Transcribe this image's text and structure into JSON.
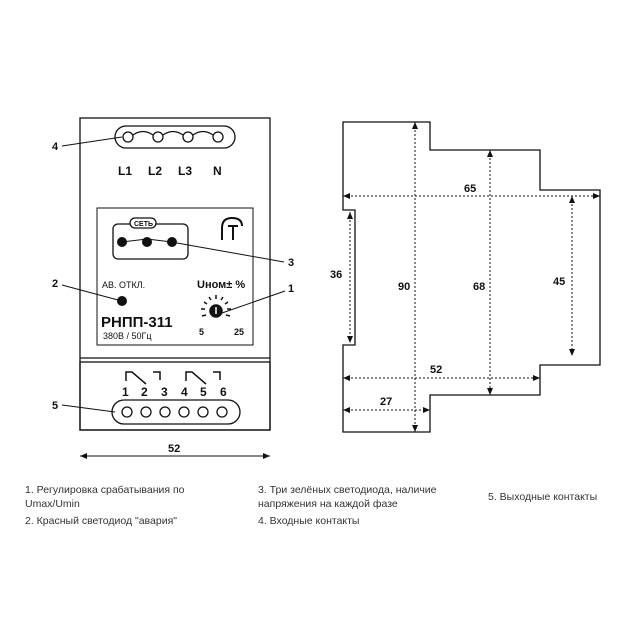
{
  "front": {
    "phases": [
      "L1",
      "L2",
      "L3",
      "N"
    ],
    "network_label": "СЕТЬ",
    "fault_label": "АВ. ОТКЛ.",
    "model": "РНПП-311",
    "rating": "380В / 50Гц",
    "knob_label": "Uном± %",
    "knob_min": "5",
    "knob_max": "25",
    "outputs": [
      "1",
      "2",
      "3",
      "4",
      "5",
      "6"
    ],
    "width_dim": "52"
  },
  "callouts": [
    "1",
    "2",
    "3",
    "4",
    "5"
  ],
  "side": {
    "dims": {
      "width": "65",
      "height": "90",
      "inner": "68",
      "right": "45",
      "left": "36",
      "mid": "52",
      "bottom": "27"
    }
  },
  "legend": {
    "item1_line1": "1. Регулировка срабатывания по",
    "item1_line2": "Umax/Umin",
    "item2": "2. Красный светодиод \"авария\"",
    "item3_line1": "3. Три зелёных светодиода, наличие",
    "item3_line2": "напряжения на каждой фазе",
    "item4": "4. Входные контакты",
    "item5": "5. Выходные контакты"
  }
}
